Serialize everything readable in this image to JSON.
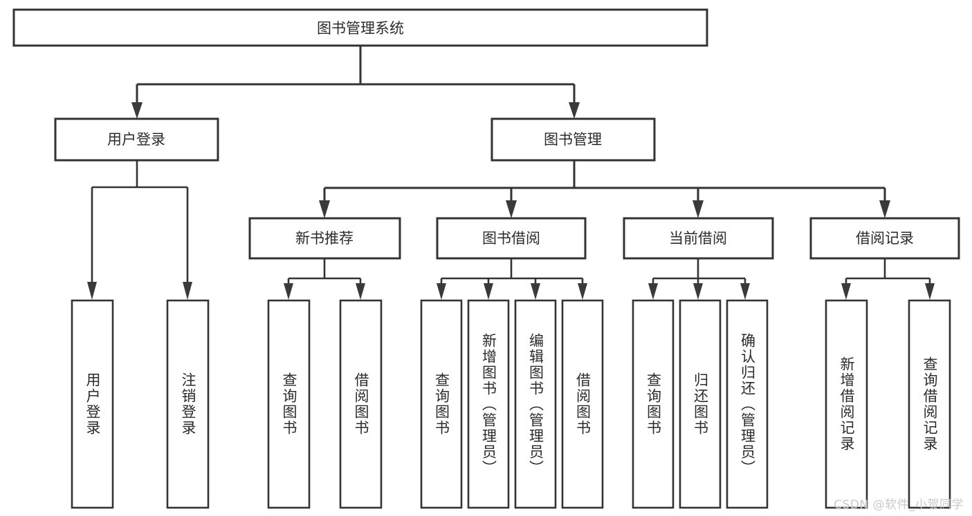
{
  "diagram": {
    "title": "图书管理系统",
    "type": "tree",
    "watermark": "CSDN @软件_小贺同学",
    "colors": {
      "box_stroke": "#333333",
      "box_fill": "#ffffff",
      "text": "#2b2b2b",
      "arrow": "#3a3a3a",
      "watermark": "#c9c9c9",
      "background": "#ffffff"
    },
    "levels": {
      "root": "图书管理系统",
      "level2": [
        "用户登录",
        "图书管理"
      ],
      "level3": [
        "新书推荐",
        "图书借阅",
        "当前借阅",
        "借阅记录"
      ],
      "level4_groups": [
        {
          "parent": "用户登录",
          "leaves": [
            "用户登录",
            "注销登录"
          ]
        },
        {
          "parent": "新书推荐",
          "leaves": [
            "查询图书",
            "借阅图书"
          ]
        },
        {
          "parent": "图书借阅",
          "leaves": [
            "查询图书",
            "新增图书（管理员）",
            "编辑图书（管理员）",
            "借阅图书"
          ]
        },
        {
          "parent": "当前借阅",
          "leaves": [
            "查询图书",
            "归还图书",
            "确认归还（管理员）"
          ]
        },
        {
          "parent": "借阅记录",
          "leaves": [
            "新增借阅记录",
            "查询借阅记录"
          ]
        }
      ]
    },
    "nodes": {
      "root": {
        "label": "图书管理系统"
      },
      "user_login": {
        "label": "用户登录"
      },
      "book_manage": {
        "label": "图书管理"
      },
      "new_book_rec": {
        "label": "新书推荐"
      },
      "book_borrow": {
        "label": "图书借阅"
      },
      "current_borrow": {
        "label": "当前借阅"
      },
      "borrow_record": {
        "label": "借阅记录"
      },
      "leaf_user_login": {
        "label": "用户登录"
      },
      "leaf_logout": {
        "label": "注销登录"
      },
      "leaf_query_book_1": {
        "label": "查询图书"
      },
      "leaf_borrow_book_1": {
        "label": "借阅图书"
      },
      "leaf_query_book_2": {
        "label": "查询图书"
      },
      "leaf_add_book": {
        "label": "新增图书（管理员）"
      },
      "leaf_edit_book": {
        "label": "编辑图书（管理员）"
      },
      "leaf_borrow_book_2": {
        "label": "借阅图书"
      },
      "leaf_query_book_3": {
        "label": "查询图书"
      },
      "leaf_return_book": {
        "label": "归还图书"
      },
      "leaf_confirm_return": {
        "label": "确认归还（管理员）"
      },
      "leaf_add_record": {
        "label": "新增借阅记录"
      },
      "leaf_query_record": {
        "label": "查询借阅记录"
      }
    }
  },
  "chart_data": {
    "type": "table",
    "title": "图书管理系统",
    "categories": [
      "用户登录",
      "图书管理"
    ],
    "series": [
      {
        "name": "用户登录",
        "values": [
          "用户登录",
          "注销登录"
        ]
      },
      {
        "name": "新书推荐",
        "values": [
          "查询图书",
          "借阅图书"
        ]
      },
      {
        "name": "图书借阅",
        "values": [
          "查询图书",
          "新增图书（管理员）",
          "编辑图书（管理员）",
          "借阅图书"
        ]
      },
      {
        "name": "当前借阅",
        "values": [
          "查询图书",
          "归还图书",
          "确认归还（管理员）"
        ]
      },
      {
        "name": "借阅记录",
        "values": [
          "新增借阅记录",
          "查询借阅记录"
        ]
      }
    ]
  }
}
